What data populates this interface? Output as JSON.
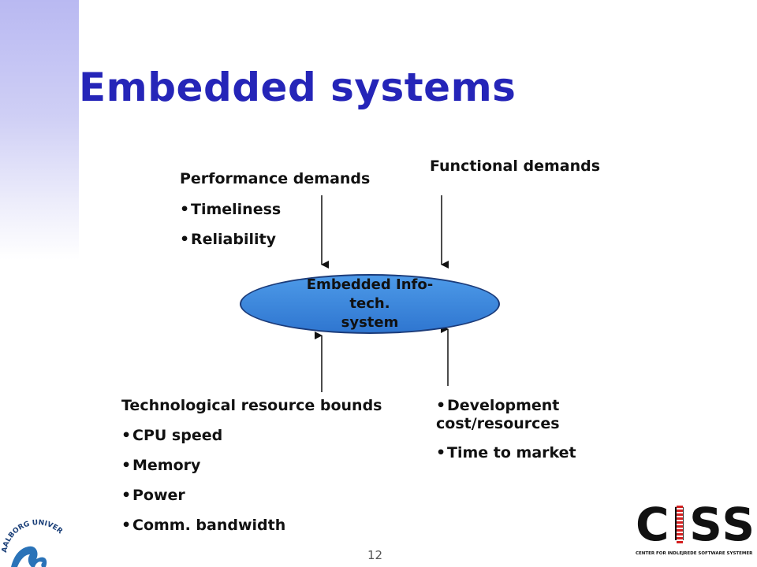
{
  "slide": {
    "title": "Embedded systems",
    "page_number": "12"
  },
  "performance": {
    "heading": "Performance demands",
    "items": [
      "Timeliness",
      "Reliability"
    ]
  },
  "functional": {
    "heading": "Functional demands"
  },
  "center": {
    "label_line1": "Embedded Info-tech.",
    "label_line2": "system"
  },
  "technological": {
    "heading": "Technological resource bounds",
    "items": [
      "CPU speed",
      "Memory",
      "Power",
      "Comm. bandwidth"
    ]
  },
  "development": {
    "item1_line1": "Development",
    "item1_line2": "cost/resources",
    "item2": "Time to market"
  },
  "logos": {
    "university": "AALBORG UNIVERSITY",
    "ciss_main": "CISS",
    "ciss_sub": "CENTER FOR INDLEJREDE SOFTWARE SYSTEMER"
  },
  "colors": {
    "title": "#2525b8",
    "ellipse_fill": "#3b86dc",
    "au_blue": "#2a73b8"
  }
}
